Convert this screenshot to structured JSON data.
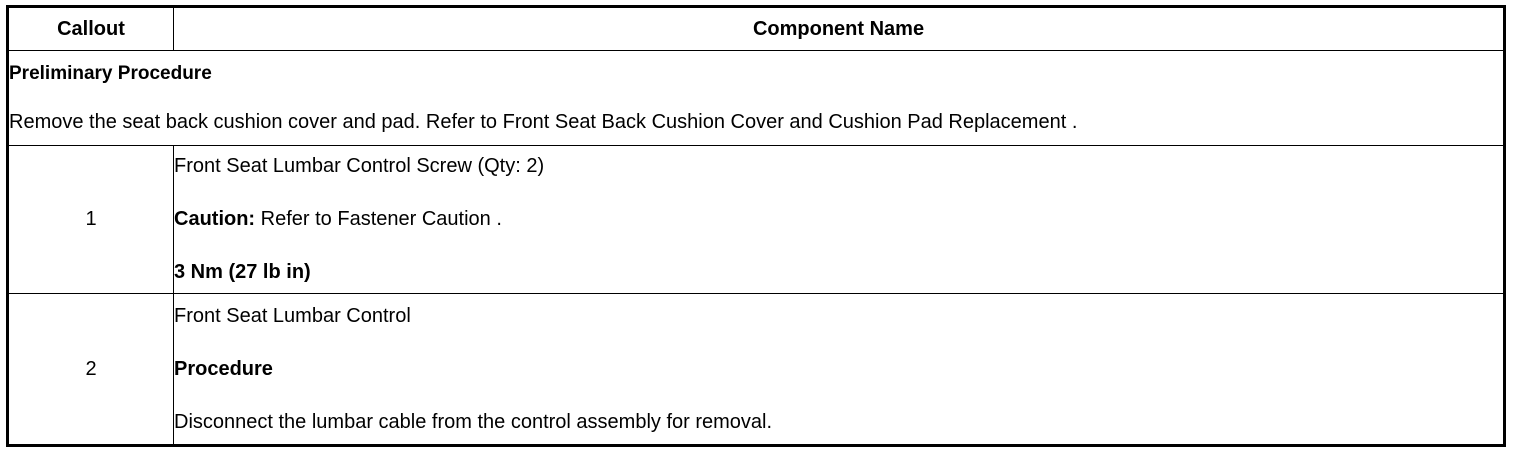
{
  "table": {
    "headers": {
      "callout": "Callout",
      "component": "Component Name"
    },
    "preliminary": {
      "title": "Preliminary Procedure",
      "text": "Remove the seat back cushion cover and pad. Refer to Front Seat Back Cushion Cover and Cushion Pad Replacement ."
    },
    "rows": [
      {
        "callout": "1",
        "name": "Front Seat Lumbar Control Screw (Qty: 2)",
        "caution_label": "Caution:",
        "caution_text": " Refer to Fastener Caution .",
        "torque": "3 Nm (27 lb in)"
      },
      {
        "callout": "2",
        "name": "Front Seat Lumbar Control",
        "procedure_heading": "Procedure",
        "procedure_text": "Disconnect the lumbar cable from the control assembly for removal."
      }
    ]
  },
  "colors": {
    "border": "#000000",
    "text": "#000000",
    "background": "#ffffff"
  }
}
